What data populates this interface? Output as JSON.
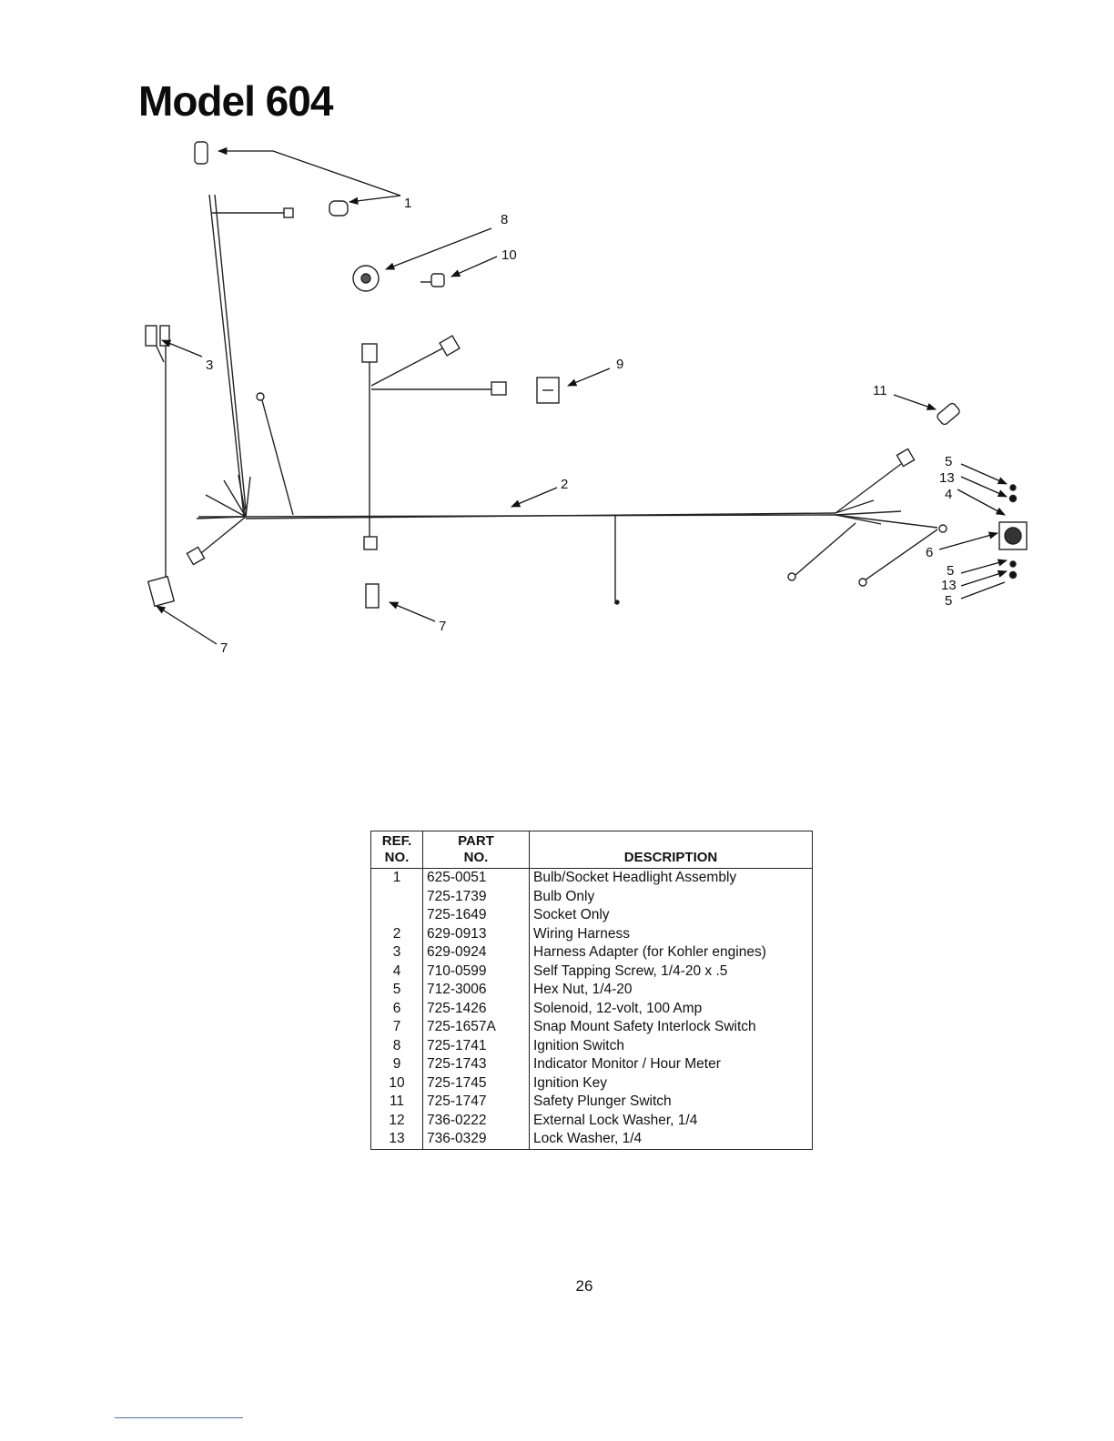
{
  "page": {
    "title": "Model 604",
    "page_number": "26"
  },
  "diagram": {
    "callouts": {
      "c1": "1",
      "c2": "2",
      "c3": "3",
      "c4": "4",
      "c5a": "5",
      "c5b": "5",
      "c5c": "5",
      "c6": "6",
      "c7a": "7",
      "c7b": "7",
      "c8": "8",
      "c9": "9",
      "c10": "10",
      "c11": "11",
      "c13a": "13",
      "c13b": "13"
    }
  },
  "parts_table": {
    "headers": {
      "ref_line1": "REF.",
      "ref_line2": "NO.",
      "part_line1": "PART",
      "part_line2": "NO.",
      "description": "DESCRIPTION"
    },
    "rows": [
      {
        "ref": "1",
        "part": "625-0051",
        "description": "Bulb/Socket Headlight Assembly"
      },
      {
        "ref": "",
        "part": "725-1739",
        "description": "Bulb Only"
      },
      {
        "ref": "",
        "part": "725-1649",
        "description": "Socket Only"
      },
      {
        "ref": "2",
        "part": "629-0913",
        "description": "Wiring Harness"
      },
      {
        "ref": "3",
        "part": "629-0924",
        "description": "Harness Adapter (for Kohler engines)"
      },
      {
        "ref": "4",
        "part": "710-0599",
        "description": "Self Tapping Screw, 1/4-20 x .5"
      },
      {
        "ref": "5",
        "part": "712-3006",
        "description": "Hex Nut, 1/4-20"
      },
      {
        "ref": "6",
        "part": "725-1426",
        "description": "Solenoid, 12-volt, 100 Amp"
      },
      {
        "ref": "7",
        "part": "725-1657A",
        "description": "Snap Mount Safety Interlock Switch"
      },
      {
        "ref": "8",
        "part": "725-1741",
        "description": "Ignition Switch"
      },
      {
        "ref": "9",
        "part": "725-1743",
        "description": "Indicator Monitor / Hour Meter"
      },
      {
        "ref": "10",
        "part": "725-1745",
        "description": "Ignition Key"
      },
      {
        "ref": "11",
        "part": "725-1747",
        "description": "Safety Plunger Switch"
      },
      {
        "ref": "12",
        "part": "736-0222",
        "description": "External Lock Washer, 1/4"
      },
      {
        "ref": "13",
        "part": "736-0329",
        "description": "Lock Washer, 1/4"
      }
    ]
  }
}
